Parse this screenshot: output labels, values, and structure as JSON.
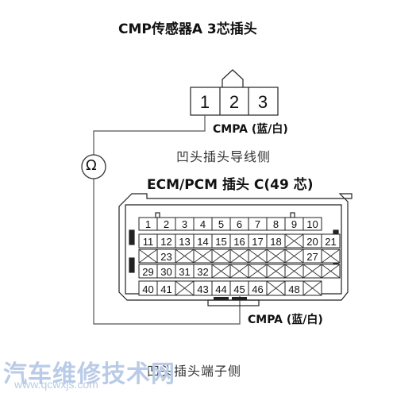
{
  "title": "CMP传感器A 3芯插头",
  "sensor_connector": {
    "pins": [
      "1",
      "2",
      "3"
    ]
  },
  "wire_label_top": "CMPA (蓝/白)",
  "wire_side_top": "凹头插头导线侧",
  "meter_symbol": "Ω",
  "ecm_label": "ECM/PCM 插头 C(49 芯)",
  "ecm_pins": [
    [
      "1",
      "2",
      "3",
      "4",
      "5",
      "6",
      "7",
      "8",
      "9",
      "10"
    ],
    [
      "11",
      "12",
      "13",
      "14",
      "15",
      "16",
      "17",
      "18",
      "",
      "20",
      "21"
    ],
    [
      "",
      "23",
      "",
      "",
      "",
      "",
      "",
      "",
      "",
      "27",
      ""
    ],
    [
      "29",
      "30",
      "31",
      "32",
      "",
      "",
      "",
      "",
      "",
      "",
      ""
    ],
    [
      "40",
      "41",
      "",
      "43",
      "44",
      "45",
      "46",
      "",
      "48",
      ""
    ]
  ],
  "wire_label_bottom": "CMPA (蓝/白)",
  "terminal_side": "凹头插头端子侧",
  "watermark": "汽车维修技术网",
  "watermark_url": "www.qcwxjs.com"
}
